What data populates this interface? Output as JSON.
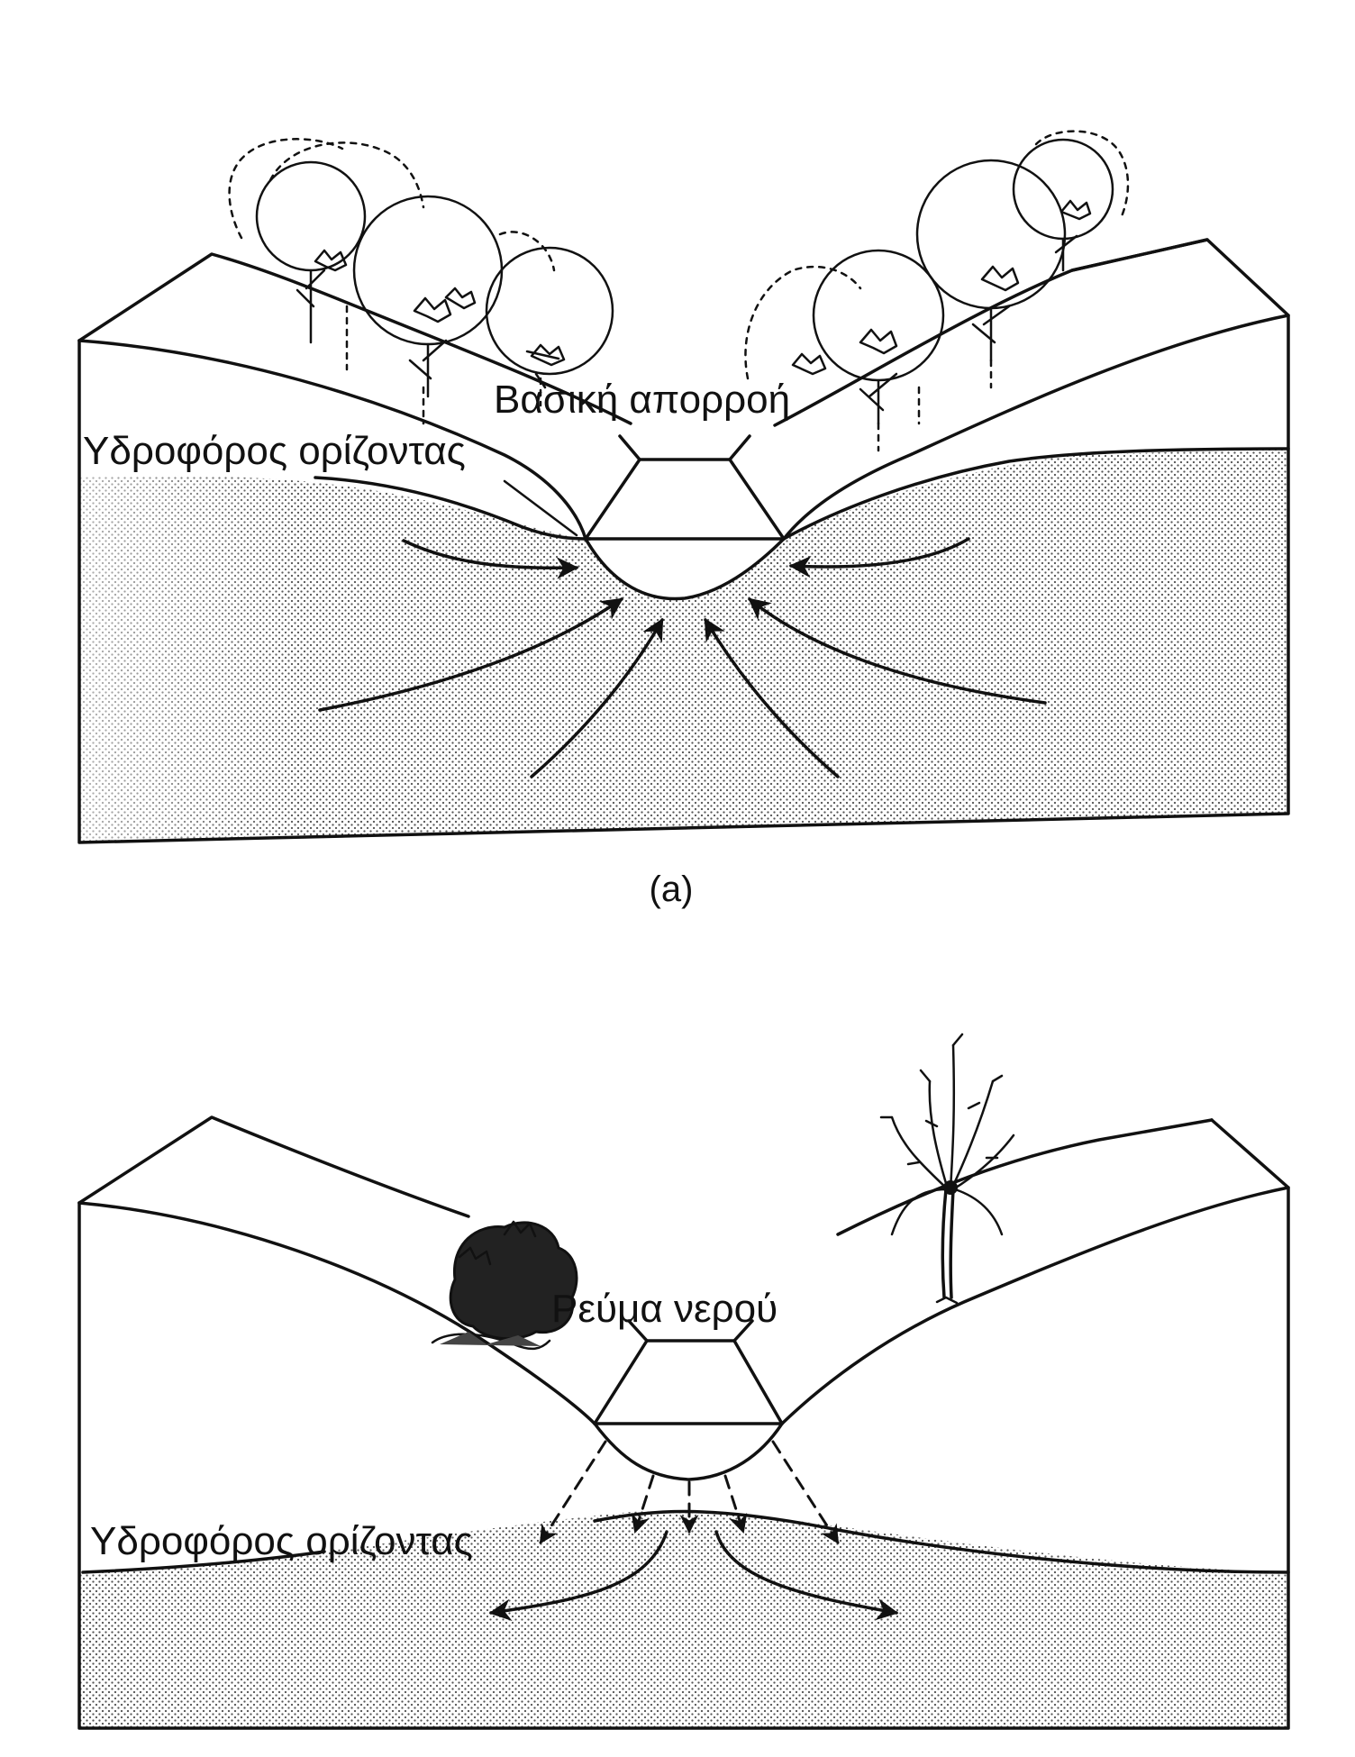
{
  "panel_a": {
    "label_baseflow": "Βασική απορροή",
    "label_watertable": "Υδροφόρος ορίζοντας",
    "caption": "(a)"
  },
  "panel_b": {
    "label_stream": "Ρεύμα νερού",
    "label_watertable": "Υδροφόρος ορίζοντας"
  },
  "colors": {
    "ink": "#111111",
    "background": "#ffffff",
    "aquifer_dots": "#555555"
  }
}
